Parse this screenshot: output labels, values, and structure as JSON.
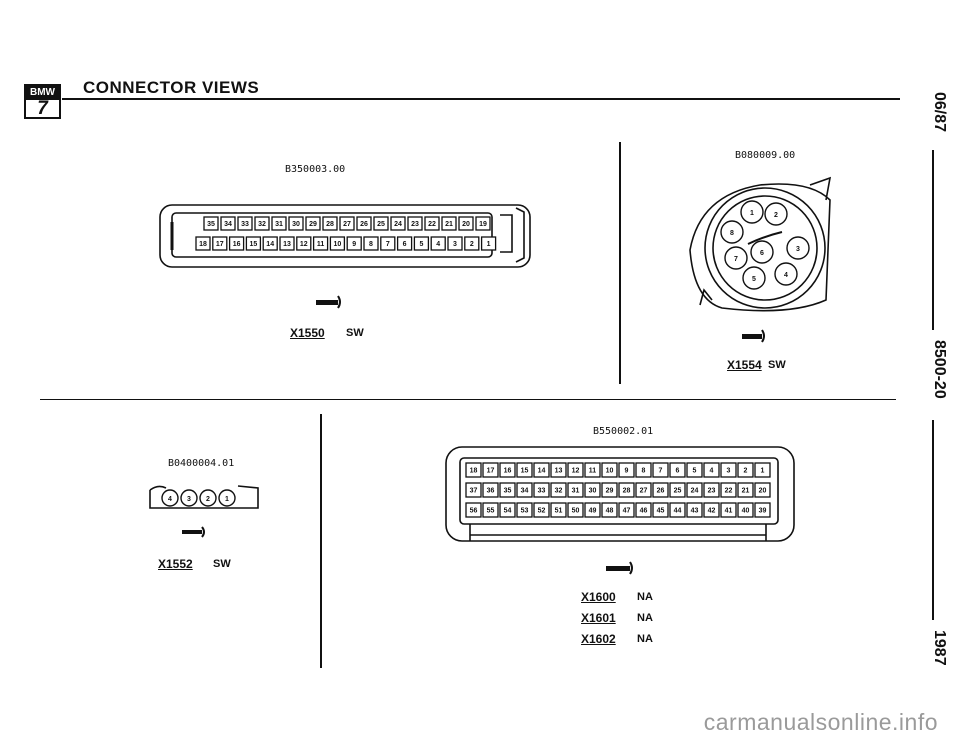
{
  "header": {
    "logo_top": "BMW",
    "logo_bottom": "7",
    "title": "CONNECTOR VIEWS"
  },
  "side": {
    "date": "06/87",
    "code": "8500-20",
    "year": "1987"
  },
  "connectors": {
    "x1550": {
      "ref": "B350003.00",
      "id": "X1550",
      "color": "SW",
      "top_pins": [
        "35",
        "34",
        "33",
        "32",
        "31",
        "30",
        "29",
        "28",
        "27",
        "26",
        "25",
        "24",
        "23",
        "22",
        "21",
        "20",
        "19"
      ],
      "bottom_pins": [
        "18",
        "17",
        "16",
        "15",
        "14",
        "13",
        "12",
        "11",
        "10",
        "9",
        "8",
        "7",
        "6",
        "5",
        "4",
        "3",
        "2",
        "1"
      ]
    },
    "x1554": {
      "ref": "B080009.00",
      "id": "X1554",
      "color": "SW",
      "pins": [
        "1",
        "2",
        "3",
        "4",
        "5",
        "6",
        "7",
        "8"
      ]
    },
    "x1552": {
      "ref": "B0400004.01",
      "id": "X1552",
      "color": "SW",
      "pins": [
        "4",
        "3",
        "2",
        "1"
      ]
    },
    "x1600": {
      "ref": "B550002.01",
      "rows": [
        [
          "18",
          "17",
          "16",
          "15",
          "14",
          "13",
          "12",
          "11",
          "10",
          "9",
          "8",
          "7",
          "6",
          "5",
          "4",
          "3",
          "2",
          "1"
        ],
        [
          "37",
          "36",
          "35",
          "34",
          "33",
          "32",
          "31",
          "30",
          "29",
          "28",
          "27",
          "26",
          "25",
          "24",
          "23",
          "22",
          "21",
          "20"
        ],
        [
          "56",
          "55",
          "54",
          "53",
          "52",
          "51",
          "50",
          "49",
          "48",
          "47",
          "46",
          "45",
          "44",
          "43",
          "42",
          "41",
          "40",
          "39"
        ]
      ],
      "variants": [
        {
          "id": "X1600",
          "color": "NA"
        },
        {
          "id": "X1601",
          "color": "NA"
        },
        {
          "id": "X1602",
          "color": "NA"
        }
      ]
    }
  },
  "watermark": "carmanualsonline.info"
}
